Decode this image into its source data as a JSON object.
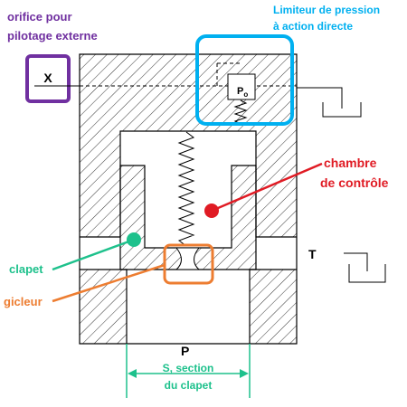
{
  "labels": {
    "orifice_line1": "orifice pour",
    "orifice_line2": "pilotage externe",
    "x_port": "X",
    "limiteur_line1": "Limiteur de pression",
    "limiteur_line2": "à action directe",
    "p0": "P",
    "p0_sub": "o",
    "chambre_line1": "chambre",
    "chambre_line2": "de contrôle",
    "t_port": "T",
    "clapet": "clapet",
    "gicleur": "gicleur",
    "p_port": "P",
    "section_line1": "S, section",
    "section_line2": "du clapet"
  },
  "colors": {
    "purple": "#7030a0",
    "blue": "#00b0f0",
    "red": "#e01b24",
    "green": "#1ec18c",
    "orange": "#ed7d31",
    "body_stroke": "#000000"
  }
}
